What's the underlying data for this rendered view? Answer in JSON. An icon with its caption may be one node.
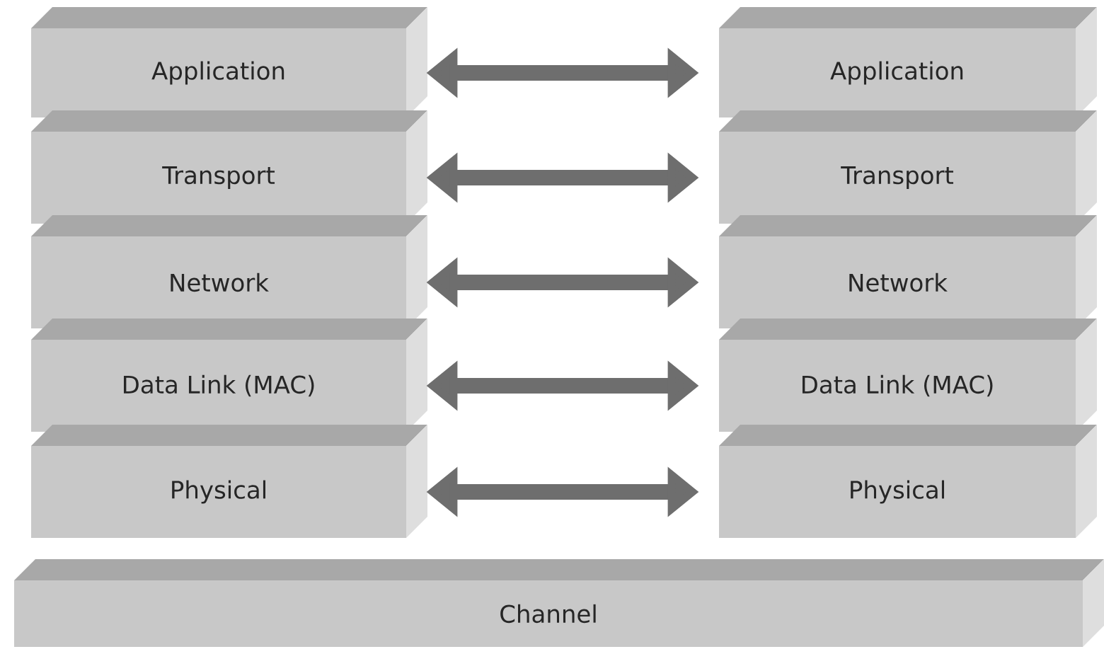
{
  "diagram": {
    "nodes": [
      {
        "text": [
          "Application"
        ]
      },
      {
        "text": [
          "Transport"
        ]
      },
      {
        "text": [
          "Network"
        ]
      },
      {
        "text": [
          "Data Link (MAC)"
        ]
      },
      {
        "text": [
          "Physical"
        ]
      },
      {
        "text": [
          "Application"
        ]
      },
      {
        "text": [
          "Transport"
        ]
      },
      {
        "text": [
          "Network"
        ]
      },
      {
        "text": [
          "Data Link (MAC)"
        ]
      },
      {
        "text": [
          "Physical"
        ]
      },
      {
        "text": [
          "Channel"
        ]
      }
    ],
    "edges": [
      {
        "from": 0,
        "to": 5,
        "arrow": "both"
      },
      {
        "from": 1,
        "to": 6,
        "arrow": "both"
      },
      {
        "from": 2,
        "to": 7,
        "arrow": "both"
      },
      {
        "from": 3,
        "to": 8,
        "arrow": "both"
      },
      {
        "from": 4,
        "to": 9,
        "arrow": "both"
      }
    ]
  }
}
